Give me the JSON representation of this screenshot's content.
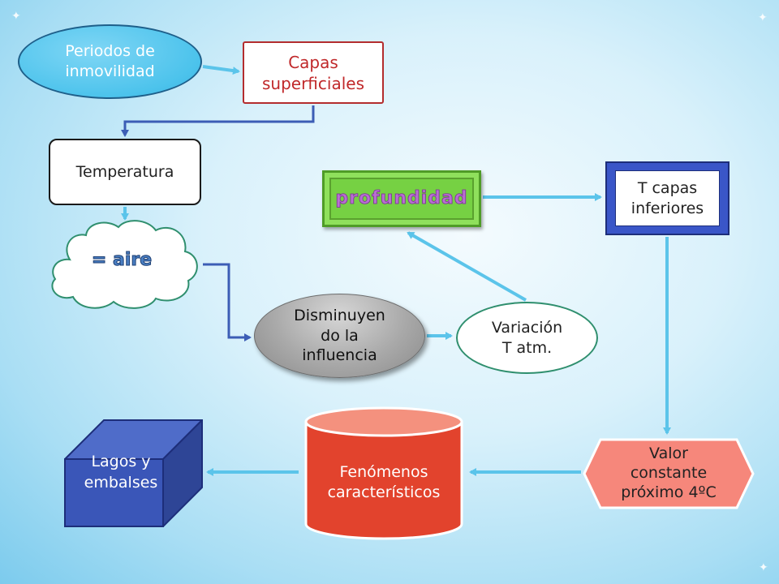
{
  "nodes": {
    "periodos": {
      "label": "Periodos de\ninmovilidad"
    },
    "capas_superficiales": {
      "label": "Capas\nsuperficiales"
    },
    "temperatura": {
      "label": "Temperatura"
    },
    "aire": {
      "label": "= aire"
    },
    "profundidad": {
      "label": "profundidad"
    },
    "t_capas_inferiores": {
      "label": "T capas\ninferiores"
    },
    "disminuyendo": {
      "label": "Disminuyen\ndo la\ninfluencia"
    },
    "variacion": {
      "label": "Variación\nT atm."
    },
    "fenomenos": {
      "label": "Fenómenos\ncaracterísticos"
    },
    "lagos": {
      "label": "Lagos y\nembalses"
    },
    "valor": {
      "label": "Valor\nconstante\npróximo 4ºC"
    }
  },
  "colors": {
    "arrow_light": "#5bc4ea",
    "arrow_dark": "#3c5db5",
    "profundidad_fill": "#76d143",
    "fenomenos_fill": "#e2432d",
    "lagos_fill": "#3a56b8",
    "valor_fill": "#f6877b"
  }
}
